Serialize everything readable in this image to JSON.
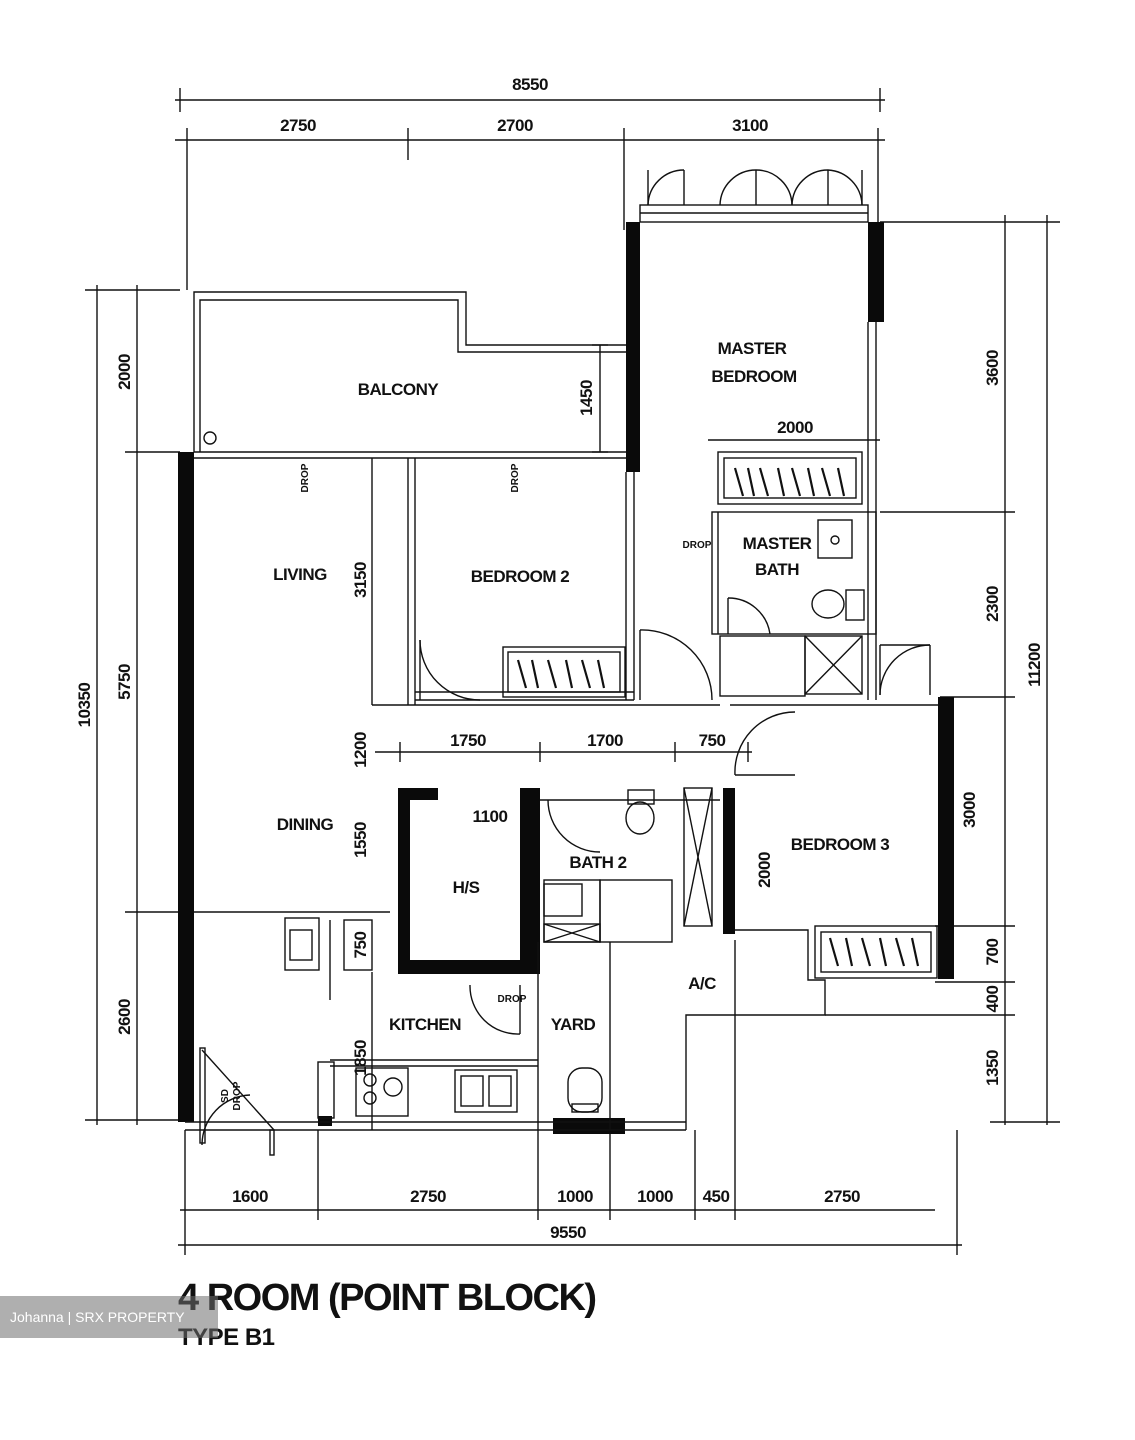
{
  "title": "4 ROOM (POINT BLOCK)",
  "subtitle": "TYPE B1",
  "watermark": "Johanna | SRX PROPERTY",
  "rooms": {
    "balcony": "BALCONY",
    "master_bedroom_1": "MASTER",
    "master_bedroom_2": "BEDROOM",
    "master_bath_1": "MASTER",
    "master_bath_2": "BATH",
    "living": "LIVING",
    "dining": "DINING",
    "bedroom2": "BEDROOM 2",
    "bedroom3": "BEDROOM 3",
    "hs": "H/S",
    "bath2": "BATH 2",
    "kitchen": "KITCHEN",
    "yard": "YARD",
    "ac": "A/C"
  },
  "notes": {
    "drop": "DROP",
    "sd": "SD"
  },
  "dimensions": {
    "top_total": "8550",
    "top_1": "2750",
    "top_2": "2700",
    "top_3": "3100",
    "left_total": "10350",
    "left_1": "2000",
    "left_2": "5750",
    "left_3": "2600",
    "right_total": "11200",
    "right_1": "3600",
    "right_2": "2300",
    "right_3": "700",
    "right_4": "400",
    "right_5": "1350",
    "bottom_total": "9550",
    "bottom_1": "1600",
    "bottom_2": "2750",
    "bottom_3": "1000",
    "bottom_4": "1000",
    "bottom_5": "450",
    "bottom_6": "2750",
    "inner_wardrobe": "2000",
    "inner_balcony_depth": "1450",
    "inner_living": "3150",
    "inner_corridor": "1200",
    "inner_1550": "1550",
    "inner_750": "750",
    "inner_1850": "1850",
    "inner_bath_2000": "2000",
    "corr_1": "1750",
    "corr_2": "1700",
    "corr_3": "750",
    "inner_1100": "1100",
    "inner_bed3": "3000"
  }
}
